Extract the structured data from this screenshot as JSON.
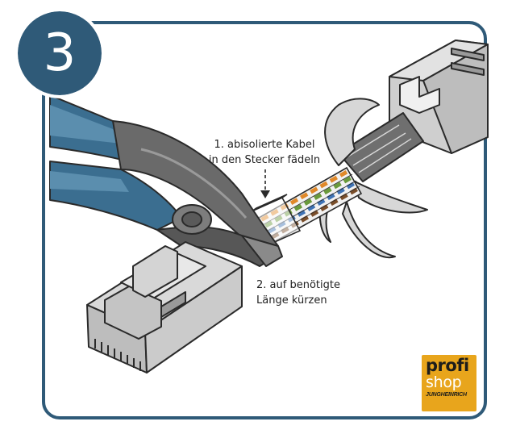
{
  "step": {
    "number": "3"
  },
  "annotations": {
    "thread_line1": "1. abisolierte Kabel",
    "thread_line2": "in den Stecker fädeln",
    "cut_line1": "2. auf benötigte",
    "cut_line2": "Länge kürzen"
  },
  "logo": {
    "word1": "profi",
    "word2": "shop",
    "brand": "JUNGHEINRICH"
  },
  "colors": {
    "frame": "#2f5a78",
    "logo_bg": "#e8a51c",
    "wire_orange": "#e0892a",
    "wire_green": "#6a9a3c",
    "wire_blue": "#3f73b5",
    "wire_brown": "#7a4e2a"
  }
}
